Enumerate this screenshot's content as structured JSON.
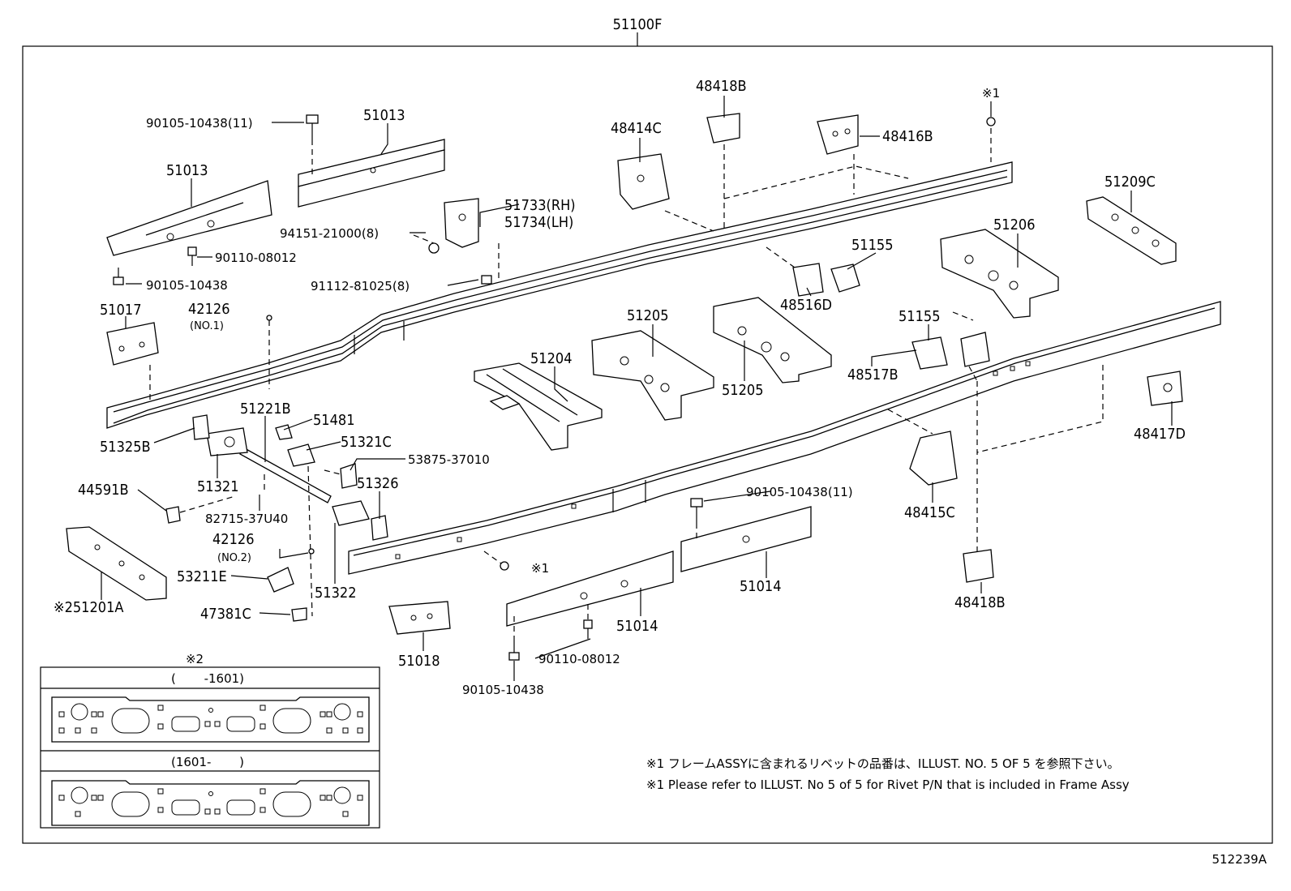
{
  "diagram": {
    "assembly_label": "51100F",
    "figure_code": "512239A",
    "parts": {
      "p_90105_10438_11_top": "90105-10438(11)",
      "p_51013_top": "51013",
      "p_51013_left": "51013",
      "p_90110_08012_left": "90110-08012",
      "p_90105_10438_left": "90105-10438",
      "p_48418b_top": "48418B",
      "p_48414c": "48414C",
      "p_48416b": "48416B",
      "p_mark1_top": "※1",
      "p_51733": "51733(RH)",
      "p_51734": "51734(LH)",
      "p_94151": "94151-21000(8)",
      "p_91112": "91112-81025(8)",
      "p_51209c": "51209C",
      "p_51206": "51206",
      "p_51155_top": "51155",
      "p_48516d": "48516D",
      "p_51017": "51017",
      "p_42126_no1": "42126",
      "p_42126_no1_sub": "(NO.1)",
      "p_51205_a": "51205",
      "p_51205_b": "51205",
      "p_51155_mid": "51155",
      "p_48517b": "48517B",
      "p_51204": "51204",
      "p_51221b": "51221B",
      "p_51481": "51481",
      "p_51321c": "51321C",
      "p_53875": "53875-37010",
      "p_51325b": "51325B",
      "p_51321": "51321",
      "p_48417d": "48417D",
      "p_44591b": "44591B",
      "p_51326": "51326",
      "p_82715": "82715-37U40",
      "p_42126_no2": "42126",
      "p_42126_no2_sub": "(NO.2)",
      "p_90105_10438_11_mid": "90105-10438(11)",
      "p_48415c": "48415C",
      "p_mark1_mid": "※1",
      "p_53211e": "53211E",
      "p_51322": "51322",
      "p_51014_a": "51014",
      "p_48418b_bottom": "48418B",
      "p_51201a": "※251201A",
      "p_47381c": "47381C",
      "p_51014_b": "51014",
      "p_51018": "51018",
      "p_90110_08012_bottom": "90110-08012",
      "p_90105_10438_bottom": "90105-10438"
    },
    "inset": {
      "mark": "※2",
      "upper_caption": "(　　 -1601)",
      "lower_caption": "(1601-　　 )"
    },
    "notes": {
      "jp": "※1 フレームASSYに含まれるリベットの品番は、ILLUST. NO. 5  OF  5  を参照下さい。",
      "en": "※1 Please refer to ILLUST. No 5 of 5 for Rivet P/N that is included in Frame Assy"
    }
  }
}
